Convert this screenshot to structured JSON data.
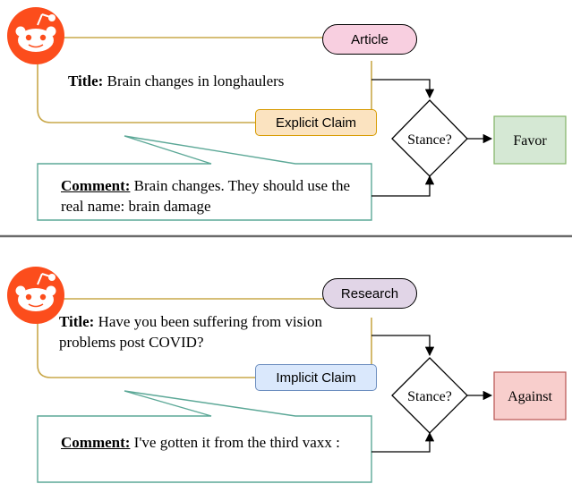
{
  "panel_top": {
    "source_tag": "Article",
    "title_label": "Title:",
    "title_text": "Brain changes in longhaulers",
    "claim_tag": "Explicit Claim",
    "comment_label": "Comment:",
    "comment_text": "Brain changes. They should use the real name: brain damage",
    "decision": "Stance?",
    "result": "Favor",
    "colors": {
      "source_fill": "#f8cfe0",
      "claim_fill": "#fbe3c0",
      "result_fill": "#d5e8d4",
      "title_border": "#c9a84a",
      "comment_border": "#5ca897"
    }
  },
  "panel_bottom": {
    "source_tag": "Research",
    "title_label": "Title:",
    "title_text": "Have you been suffering from vision problems post COVID?",
    "claim_tag": "Implicit Claim",
    "comment_label": "Comment:",
    "comment_text": "I've gotten it from the third vaxx :",
    "decision": "Stance?",
    "result": "Against",
    "colors": {
      "source_fill": "#e1d5e7",
      "claim_fill": "#dae8fc",
      "result_fill": "#f8cecc",
      "title_border": "#c9a84a",
      "comment_border": "#5ca897"
    }
  },
  "icons": {
    "logo": "reddit-logo-icon",
    "arrow": "arrow-head-icon"
  },
  "colors": {
    "reddit_orange": "#fc4d1c",
    "divider": "#6b6b6b"
  }
}
